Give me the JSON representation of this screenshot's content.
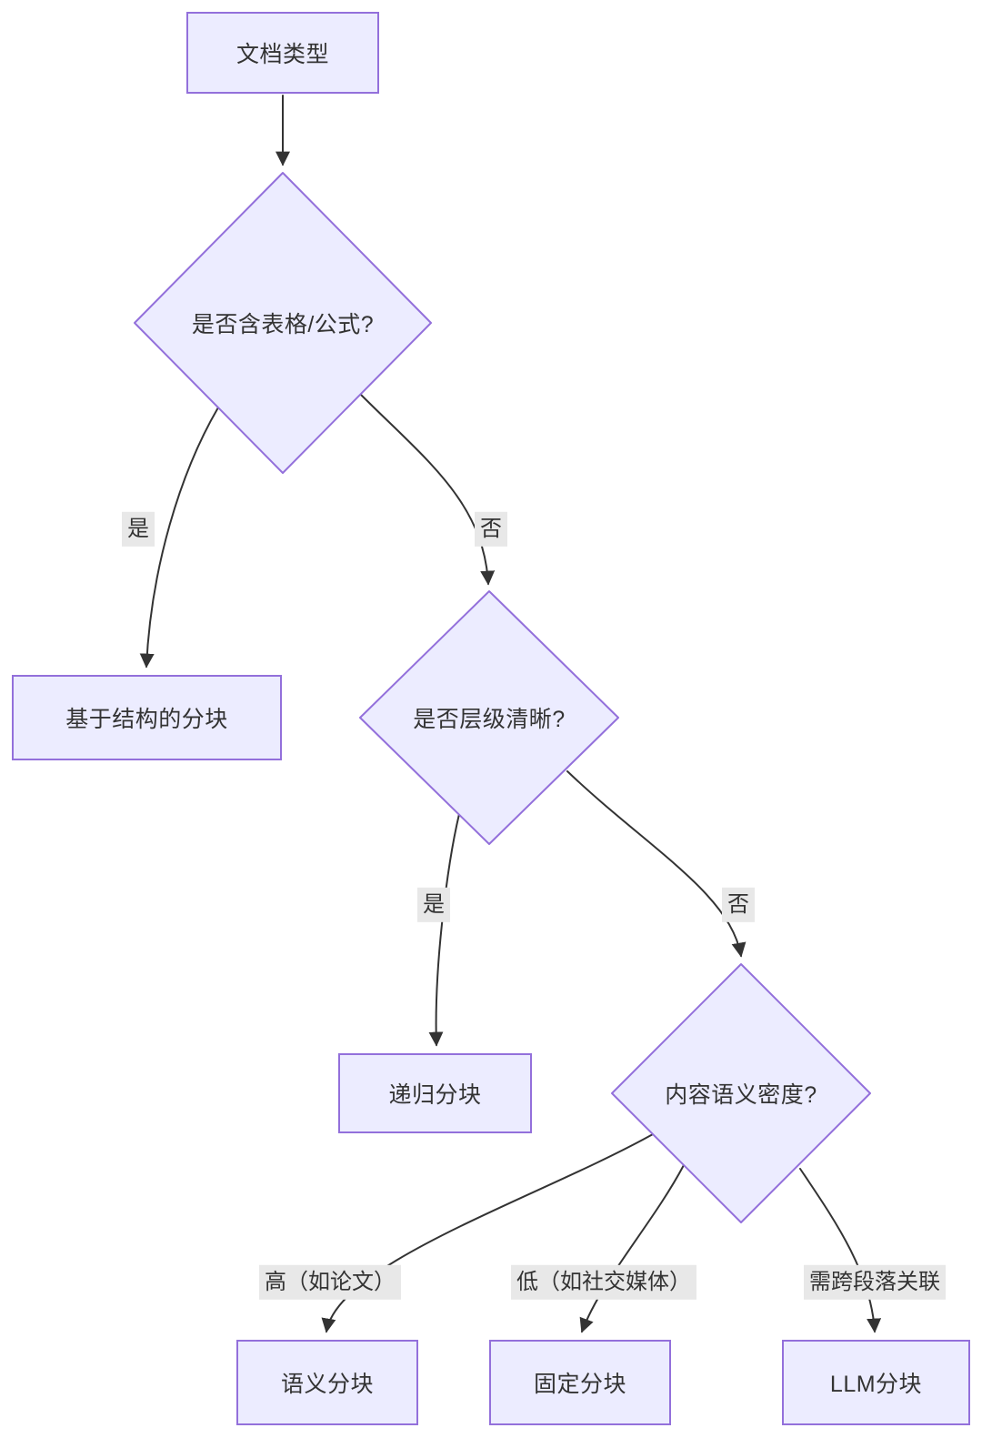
{
  "diagram": {
    "type": "flowchart",
    "direction": "top-down",
    "colors": {
      "node_fill": "#ECECFF",
      "node_border": "#9370DB",
      "edge_stroke": "#333333",
      "edge_label_bg": "#e8e8e8",
      "text": "#333333",
      "canvas_bg": "#ffffff"
    },
    "nodes": {
      "doc_type": {
        "shape": "rect",
        "label": "文档类型"
      },
      "q_table": {
        "shape": "diamond",
        "label": "是否含表格/公式?"
      },
      "structure_chunk": {
        "shape": "rect",
        "label": "基于结构的分块"
      },
      "q_hierarchy": {
        "shape": "diamond",
        "label": "是否层级清晰?"
      },
      "recursive_chunk": {
        "shape": "rect",
        "label": "递归分块"
      },
      "q_density": {
        "shape": "diamond",
        "label": "内容语义密度?"
      },
      "semantic_chunk": {
        "shape": "rect",
        "label": "语义分块"
      },
      "fixed_chunk": {
        "shape": "rect",
        "label": "固定分块"
      },
      "llm_chunk": {
        "shape": "rect",
        "label": "LLM分块"
      }
    },
    "edges": [
      {
        "from": "doc_type",
        "to": "q_table",
        "label": ""
      },
      {
        "from": "q_table",
        "to": "structure_chunk",
        "label": "是"
      },
      {
        "from": "q_table",
        "to": "q_hierarchy",
        "label": "否"
      },
      {
        "from": "q_hierarchy",
        "to": "recursive_chunk",
        "label": "是"
      },
      {
        "from": "q_hierarchy",
        "to": "q_density",
        "label": "否"
      },
      {
        "from": "q_density",
        "to": "semantic_chunk",
        "label": "高（如论文）"
      },
      {
        "from": "q_density",
        "to": "fixed_chunk",
        "label": "低（如社交媒体）"
      },
      {
        "from": "q_density",
        "to": "llm_chunk",
        "label": "需跨段落关联"
      }
    ]
  }
}
